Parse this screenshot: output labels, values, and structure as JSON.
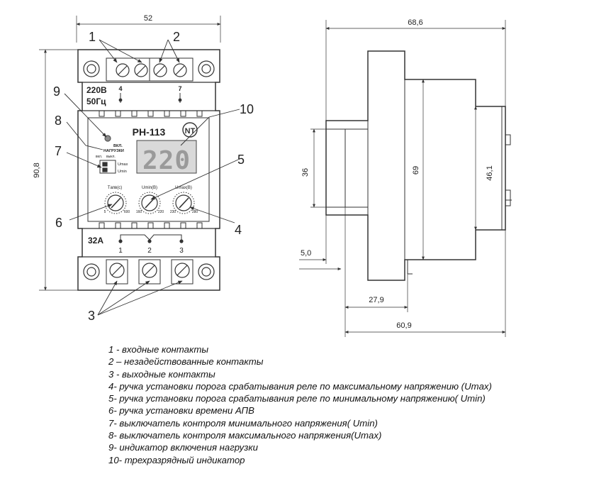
{
  "front_view": {
    "dim_width": "52",
    "dim_height": "90,8",
    "label_voltage": "220В",
    "label_freq": "50Гц",
    "top_term_4": "4",
    "top_term_7": "7",
    "model": "РН-113",
    "display_value": "220",
    "load_on_line1": "ВКЛ.",
    "load_on_line2": "НАГРУЗКИ",
    "switch_on": "вкл.",
    "switch_off": "выкл.",
    "switch_umax": "Umax",
    "switch_umin": "Umin",
    "knob_1_label": "Tапв(с)",
    "knob_1_min": "5",
    "knob_1_max": "600",
    "knob_2_label": "Umin(В)",
    "knob_2_min": "160",
    "knob_2_max": "220",
    "knob_3_label": "Umax(В)",
    "knob_3_min": "230",
    "knob_3_max": "280",
    "label_current": "32А",
    "bottom_term_1": "1",
    "bottom_term_2": "2",
    "bottom_term_3": "3"
  },
  "callouts": [
    "1",
    "2",
    "3",
    "4",
    "5",
    "6",
    "7",
    "8",
    "9",
    "10"
  ],
  "side_view": {
    "dim_depth": "68,6",
    "dim_36": "36",
    "dim_69": "69",
    "dim_46_1": "46,1",
    "dim_5": "5,0",
    "dim_27_9": "27,9",
    "dim_60_9": "60,9"
  },
  "legend": [
    "1 - входные контакты",
    "2 – незадействованные контакты",
    "3 - выходные контакты",
    "4- ручка установки порога срабатывания реле по максимальному напряжению (Umax)",
    "5- ручка установки порога срабатывания реле по минимальному напряжению( Umin)",
    "6- ручка установки времени АПВ",
    "7- выключатель контроля минимального напряжения( Umin)",
    "8- выключатель контроля  максимального напряжения(Umax)",
    "9- индикатор включения нагрузки",
    "10- трехразрядный индикатор"
  ],
  "colors": {
    "line": "#333333",
    "display_bg": "#d9d9d9",
    "display_digits": "#9a9a9a",
    "led": "#8c8c8c"
  }
}
